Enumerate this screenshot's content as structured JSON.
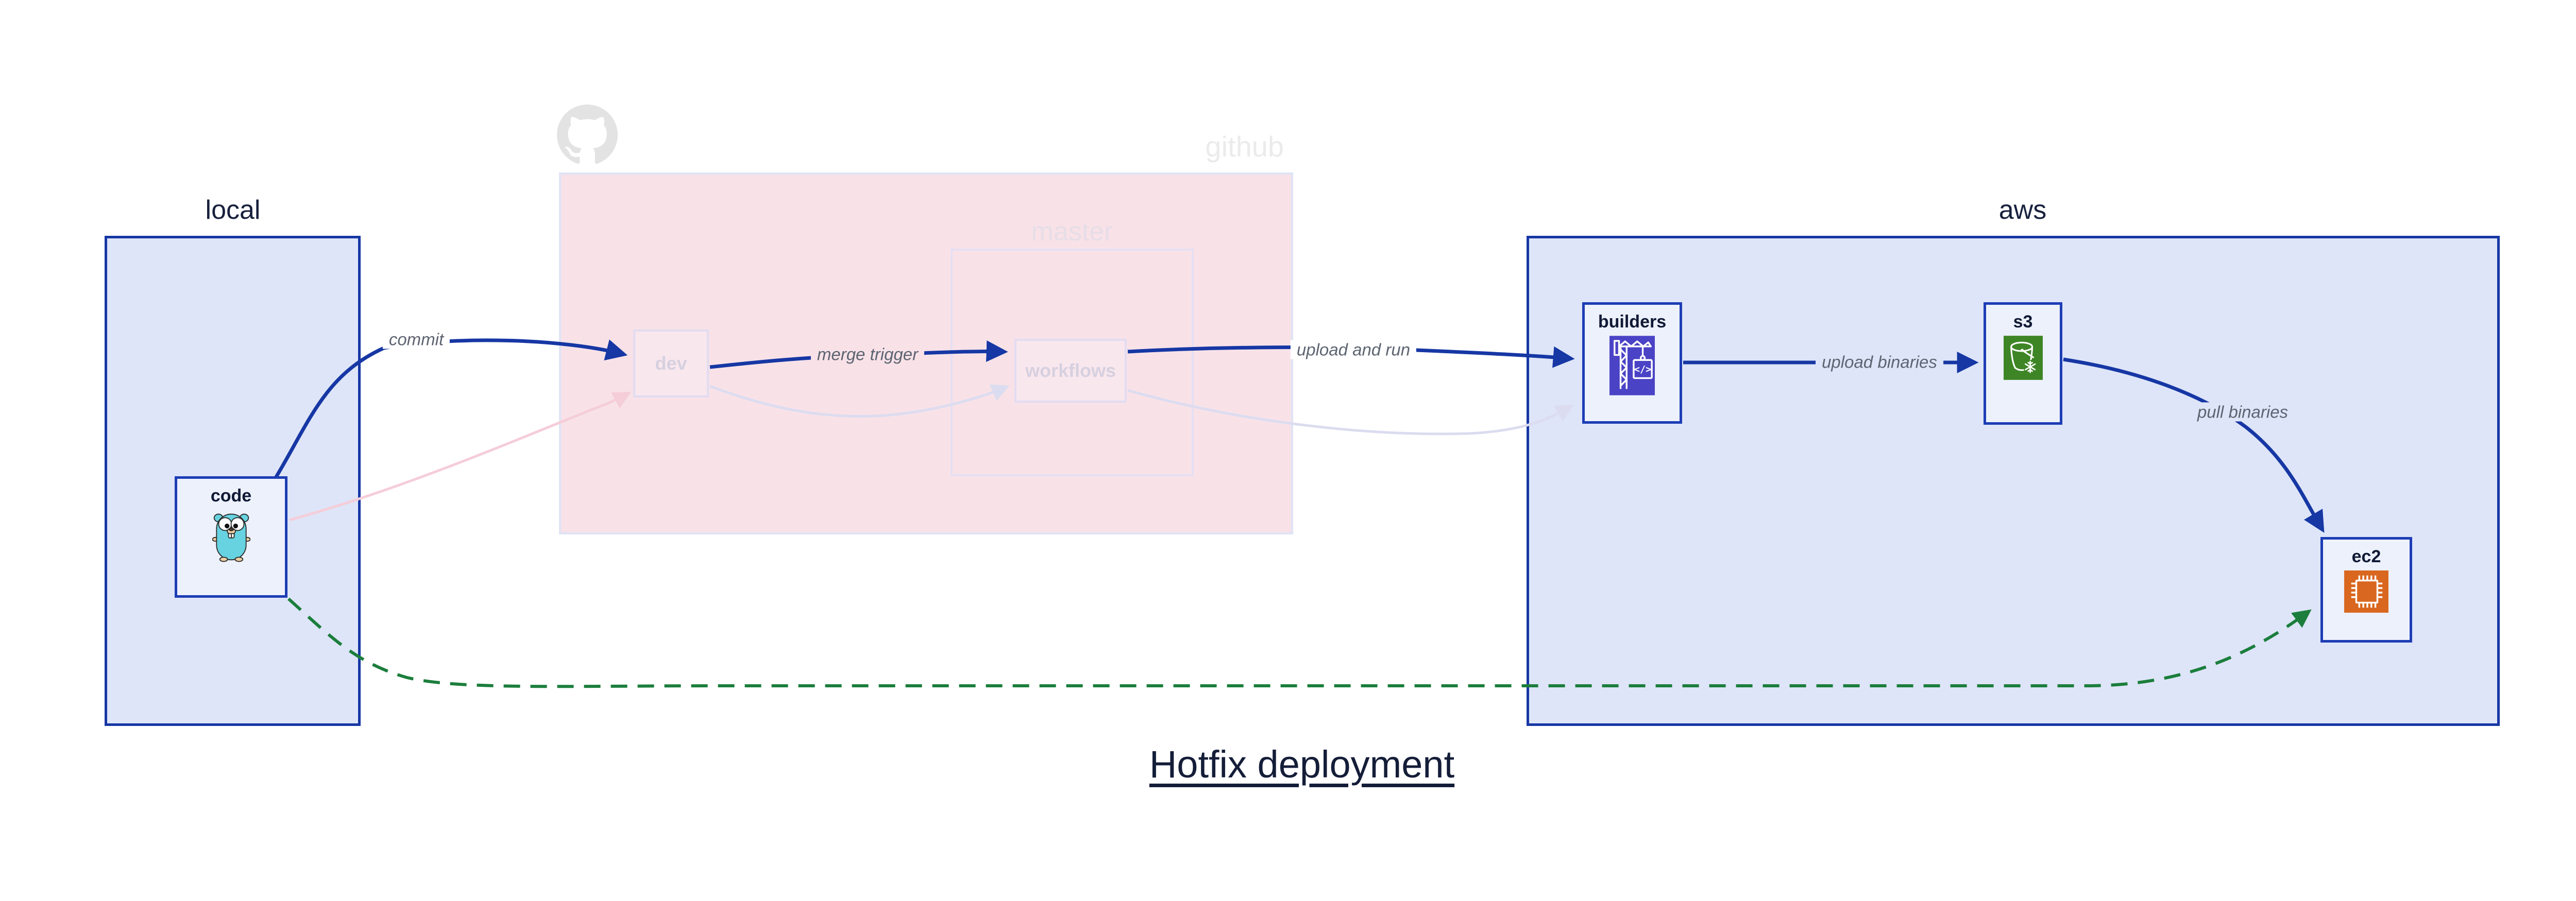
{
  "title": "Hotfix deployment",
  "containers": {
    "local": {
      "label": "local"
    },
    "github": {
      "label": "github"
    },
    "master": {
      "label": "master"
    },
    "aws": {
      "label": "aws"
    }
  },
  "nodes": {
    "code": {
      "label": "code",
      "icon": "go-gopher-icon"
    },
    "dev": {
      "label": "dev",
      "state": "faded"
    },
    "workflows": {
      "label": "workflows",
      "state": "faded"
    },
    "builders": {
      "label": "builders",
      "icon": "codebuild-crane-icon"
    },
    "s3": {
      "label": "s3",
      "icon": "s3-bucket-snowflake-icon"
    },
    "ec2": {
      "label": "ec2",
      "icon": "ec2-chip-icon"
    }
  },
  "edges": [
    {
      "label": "commit",
      "from": "code",
      "to": "dev",
      "style": "solid-blue"
    },
    {
      "label": "merge trigger",
      "from": "dev",
      "to": "workflows",
      "style": "solid-blue"
    },
    {
      "label": "upload and run",
      "from": "workflows",
      "to": "builders",
      "style": "solid-blue"
    },
    {
      "label": "upload binaries",
      "from": "builders",
      "to": "s3",
      "style": "solid-blue"
    },
    {
      "label": "pull binaries",
      "from": "s3",
      "to": "ec2",
      "style": "solid-blue"
    },
    {
      "label": "",
      "from": "code",
      "to": "ec2",
      "style": "dashed-green-hotfix"
    },
    {
      "label": "",
      "from": "code",
      "to": "dev",
      "style": "faded-pink"
    },
    {
      "label": "",
      "from": "dev",
      "to": "workflows",
      "style": "faded-lavender"
    },
    {
      "label": "",
      "from": "workflows",
      "to": "builders",
      "style": "faded-lavender"
    }
  ],
  "colors": {
    "accent_blue": "#1637a4",
    "hotfix_green": "#1b7e3c",
    "container_blue_fill": "#dee5f8",
    "github_pink_fill": "#f8e2e8",
    "node_fill": "#edf1fb",
    "faded_pink_edge": "#f5cdd9",
    "faded_lavender_edge": "#dcdcf0",
    "edge_label_gray": "#5d6471",
    "codebuild_indigo": "#4a43c6",
    "s3_green": "#3e8526",
    "ec2_orange": "#d9671f",
    "github_logo_gray": "#e3e3e3"
  }
}
